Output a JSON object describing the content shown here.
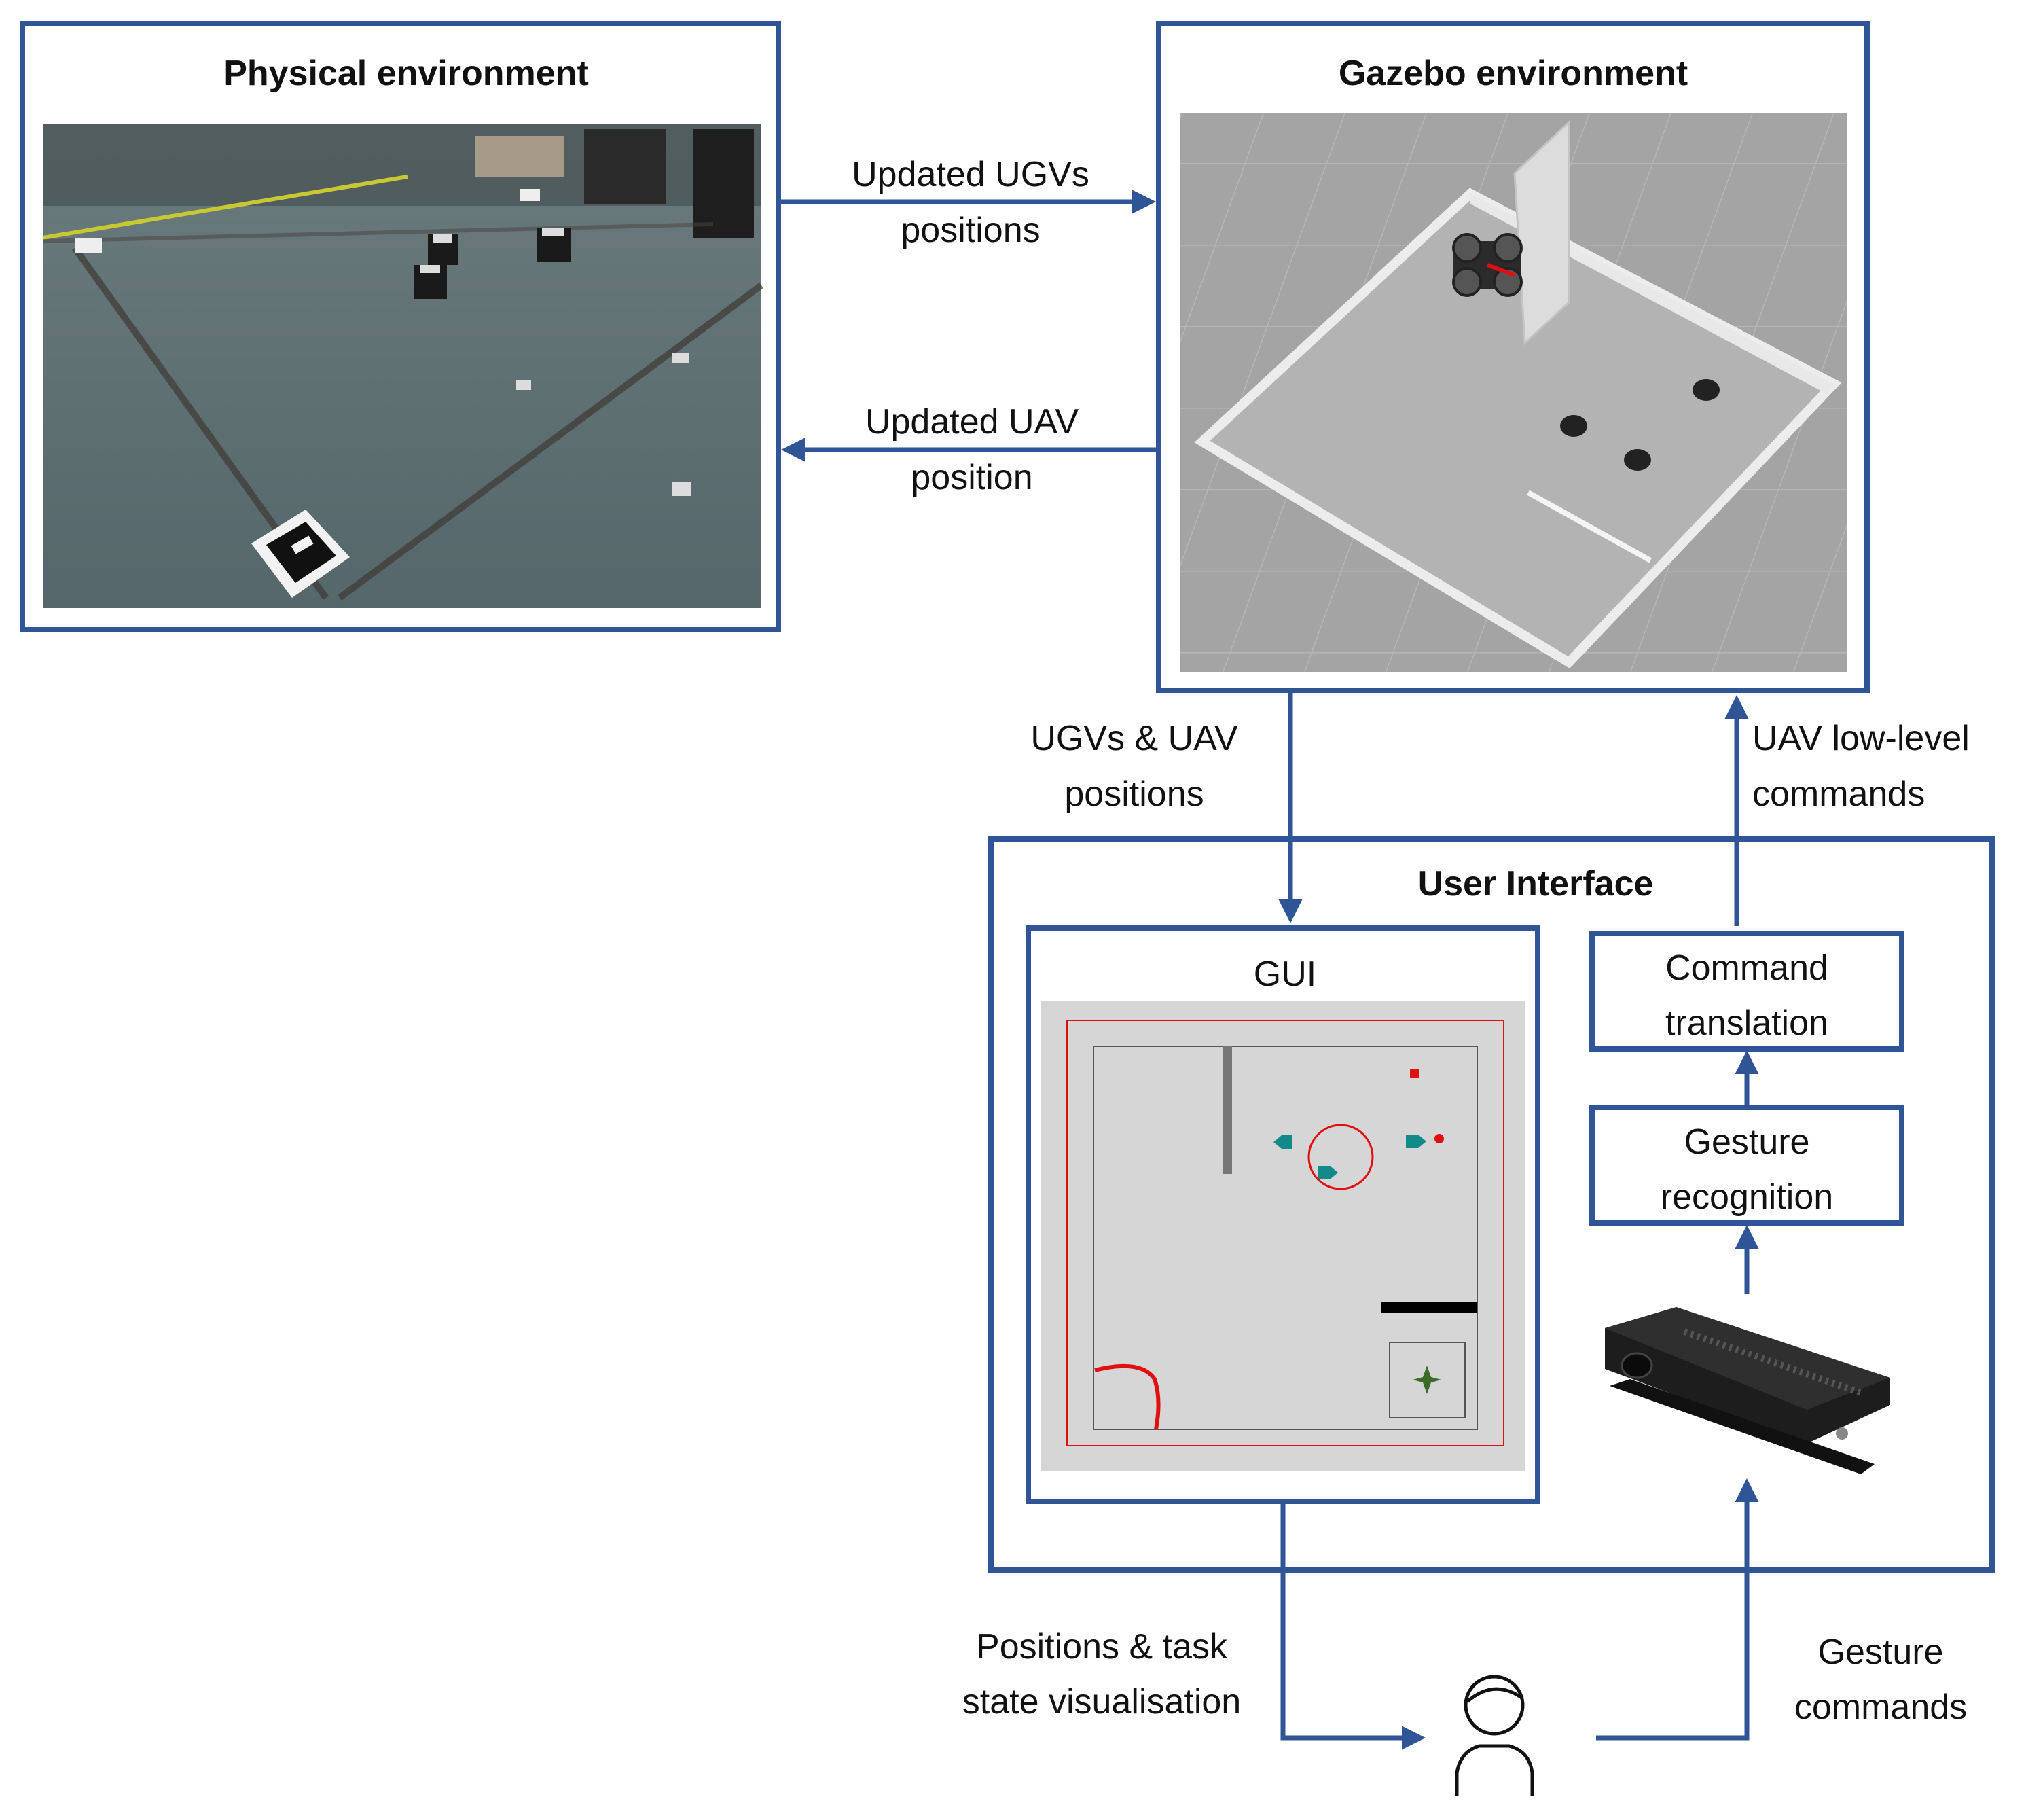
{
  "physical": {
    "title": "Physical environment"
  },
  "gazebo": {
    "title": "Gazebo environment"
  },
  "arrows": {
    "ugv_positions": [
      "Updated UGVs",
      "positions"
    ],
    "uav_position": [
      "Updated UAV",
      "position"
    ],
    "ugv_uav_positions": [
      "UGVs & UAV",
      "positions"
    ],
    "uav_commands": [
      "UAV low-level",
      "commands"
    ],
    "visualisation": [
      "Positions & task",
      "state visualisation"
    ],
    "gesture_commands": [
      "Gesture",
      "commands"
    ]
  },
  "user_interface": {
    "title": "User Interface",
    "gui_title": "GUI",
    "command_translation": [
      "Command",
      "translation"
    ],
    "gesture_recognition": [
      "Gesture",
      "recognition"
    ]
  },
  "colors": {
    "frame": "#2f5597",
    "carpet": "#5d6f72",
    "gazebo_bg": "#a3a3a3",
    "gui_bg": "#d6d6d6",
    "robot": "#128a8a",
    "target": "#e01010"
  },
  "icons": [
    "user-icon",
    "kinect-sensor-icon",
    "uav-icon",
    "ugv-icon"
  ]
}
